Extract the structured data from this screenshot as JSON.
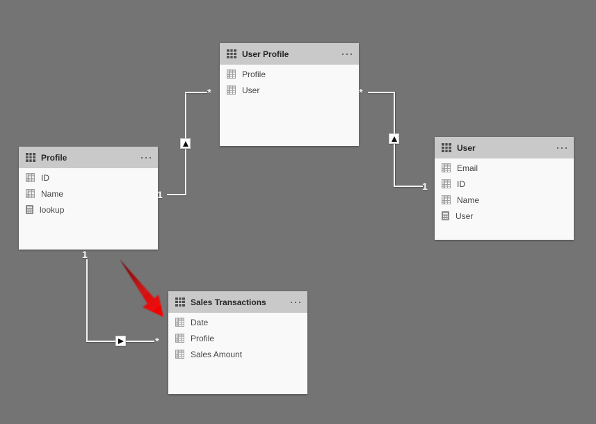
{
  "canvas": {
    "background_color": "#747474",
    "table_header_color": "#c9c9c9",
    "table_body_color": "#f9f9f9",
    "line_color": "#f3f3f3"
  },
  "tables": [
    {
      "title": "User Profile",
      "fields": [
        {
          "name": "Profile",
          "icon": "table-grid"
        },
        {
          "name": "User",
          "icon": "table-grid"
        }
      ]
    },
    {
      "title": "Profile",
      "fields": [
        {
          "name": "ID",
          "icon": "table-grid"
        },
        {
          "name": "Name",
          "icon": "table-grid"
        },
        {
          "name": "lookup",
          "icon": "calculator"
        }
      ]
    },
    {
      "title": "User",
      "fields": [
        {
          "name": "Email",
          "icon": "table-grid"
        },
        {
          "name": "ID",
          "icon": "table-grid"
        },
        {
          "name": "Name",
          "icon": "table-grid"
        },
        {
          "name": "User",
          "icon": "calculator"
        }
      ]
    },
    {
      "title": "Sales Transactions",
      "fields": [
        {
          "name": "Date",
          "icon": "table-grid"
        },
        {
          "name": "Profile",
          "icon": "table-grid"
        },
        {
          "name": "Sales Amount",
          "icon": "table-grid"
        }
      ]
    }
  ],
  "relationships": [
    {
      "from": "Profile",
      "to": "User Profile",
      "one": "1",
      "many": "*",
      "filter_direction": "up"
    },
    {
      "from": "User",
      "to": "User Profile",
      "one": "1",
      "many": "*",
      "filter_direction": "up"
    },
    {
      "from": "Profile",
      "to": "Sales Transactions",
      "one": "1",
      "many": "*",
      "filter_direction": "right"
    }
  ],
  "annotation": {
    "type": "red-arrow",
    "color_tail": "#6e0c0c",
    "color_head": "#ff0000"
  }
}
